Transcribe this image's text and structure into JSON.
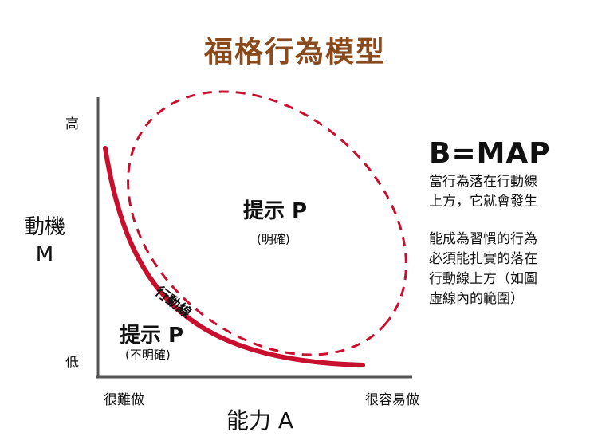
{
  "title": "福格行為模型",
  "axes": {
    "y_title_line1": "動機",
    "y_title_line2": "M",
    "y_high": "高",
    "y_low": "低",
    "x_title": "能力 A",
    "x_left": "很難做",
    "x_right": "很容易做"
  },
  "regions": {
    "prompt_clear": {
      "label": "提示 P",
      "sub": "(明確)"
    },
    "prompt_unclear": {
      "label": "提示 P",
      "sub": "(不明確)"
    }
  },
  "action_line_label": "行動線",
  "formula": "B=MAP",
  "notes": {
    "note1": "當行為落在行動線\n上方，它就會發生",
    "note2": "能成為習慣的行為\n必須能扎實的落在\n行動線上方（如圖\n虛線內的範圍）"
  },
  "colors": {
    "title": "#8a4a1c",
    "action_line": "#c8102e",
    "dashed_region": "#c8102e",
    "axis": "#555555"
  }
}
